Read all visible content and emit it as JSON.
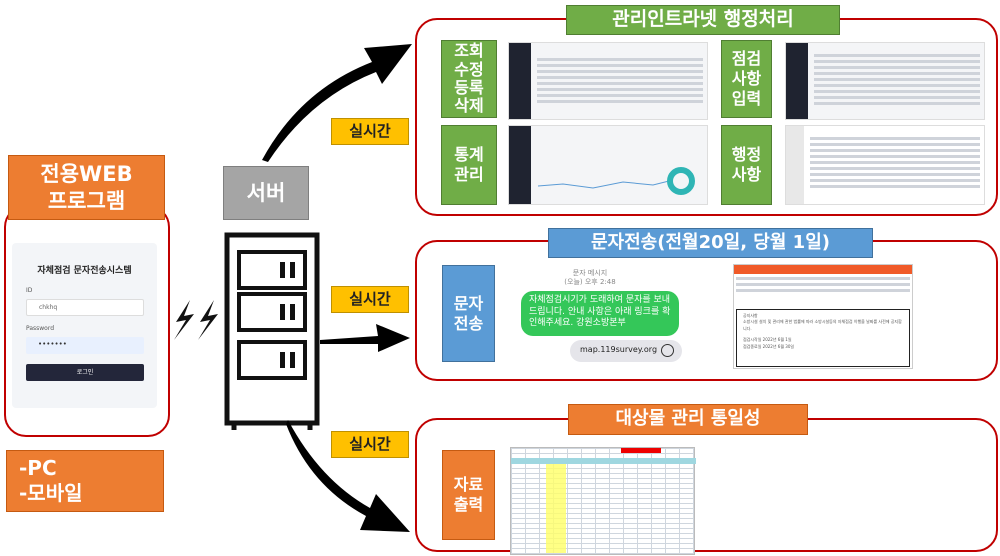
{
  "left": {
    "title": "전용WEB\n프로그램",
    "login": {
      "title": "자체점검 문자전송시스템",
      "id_label": "ID",
      "id_value": "chkhq",
      "password_label": "Password",
      "password_value": "•••••••",
      "login_button": "로그인"
    },
    "devices": "-PC\n-모바일"
  },
  "server": {
    "label": "서버"
  },
  "realtime_label": "실시간",
  "intranet": {
    "title": "관리인트라넷 행정처리",
    "items": [
      {
        "label": "조회\n수정\n등록\n삭제"
      },
      {
        "label": "통계\n관리"
      },
      {
        "label": "점검\n사항\n입력"
      },
      {
        "label": "행정\n사항"
      }
    ]
  },
  "sms": {
    "title": "문자전송(전월20일, 당월 1일)",
    "label": "문자\n전송",
    "message_header": "문자 메시지",
    "message_time": "(오늘) 오후 2:48",
    "message_body": "자체점검시기가 도래하여 문자를 보내드립니다. 안내 사항은 아래 링크를 확인해주세요. 강원소방본부",
    "link": "map.119survey.org",
    "notice_title": "공지사항",
    "notice_body": "소방시설 설치 및 관리에 관한 법률에 따라 소방시설등의 자체점검 이행을 날짜를 사전에 공지합니다.",
    "notice_start": "점검시작일 2022년 6월 1일",
    "notice_end": "점검종료일 2022년 6월 30일"
  },
  "target": {
    "title": "대상물 관리 통일성",
    "label": "자료\n출력"
  },
  "colors": {
    "orange": "#ed7d31",
    "green": "#70ad47",
    "blue": "#5b9bd5",
    "yellow": "#ffc000",
    "red": "#c00000"
  }
}
